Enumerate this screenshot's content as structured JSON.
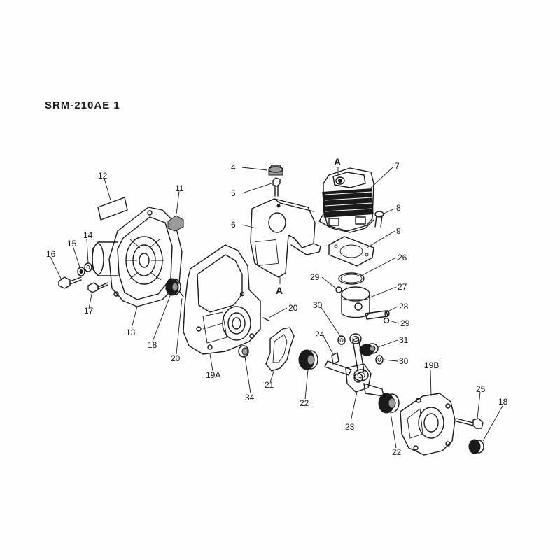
{
  "title": "SRM-210AE 1",
  "colors": {
    "ink": "#1a1a1a",
    "paper": "#fefefe",
    "shade": "#9a9a9a"
  },
  "callouts": {
    "c1": "4",
    "c2": "5",
    "c3": "6",
    "c4": "A",
    "c5": "A",
    "c6": "7",
    "c7": "8",
    "c8": "9",
    "c9": "26",
    "c10": "29",
    "c11": "27",
    "c12": "30",
    "c13": "28",
    "c14": "29",
    "c15": "24",
    "c16": "31",
    "c17": "30",
    "c18": "12",
    "c19": "11",
    "c20": "14",
    "c21": "15",
    "c22": "16",
    "c23": "17",
    "c24": "13",
    "c25": "18",
    "c26": "20",
    "c27": "20",
    "c28": "19A",
    "c29": "21",
    "c30": "34",
    "c31": "22",
    "c32": "23",
    "c33": "19B",
    "c34": "25",
    "c35": "18",
    "c36": "22"
  }
}
